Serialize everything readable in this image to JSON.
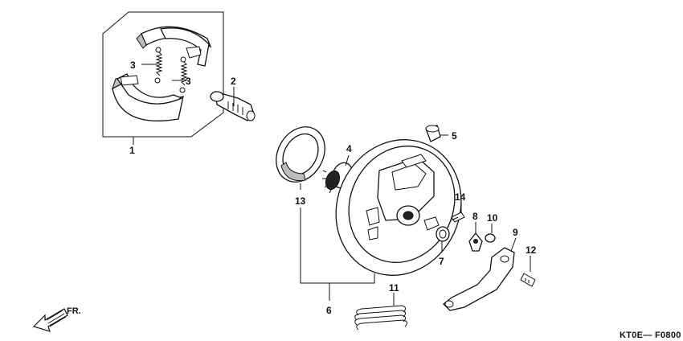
{
  "diagram_code": "KT0E— F0800",
  "direction_label": "FR.",
  "callouts": {
    "c1": "1",
    "c2": "2",
    "c3a": "3",
    "c3b": "3",
    "c4": "4",
    "c5": "5",
    "c6": "6",
    "c7": "7",
    "c8": "8",
    "c9": "9",
    "c10": "10",
    "c11": "11",
    "c12": "12",
    "c13": "13",
    "c14": "14"
  }
}
